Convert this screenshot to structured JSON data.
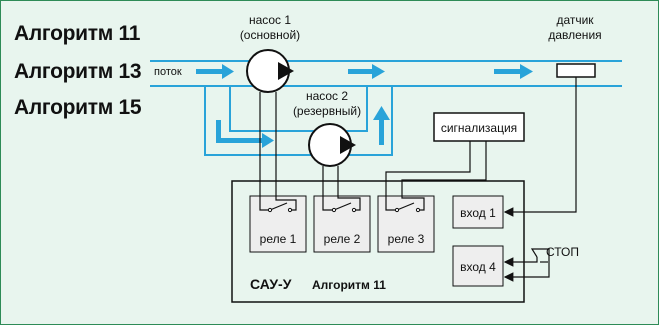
{
  "algorithms": [
    "Алгоритм 11",
    "Алгоритм 13",
    "Алгоритм 15"
  ],
  "flow_label": "поток",
  "pump1": {
    "line1": "насос 1",
    "line2": "(основной)"
  },
  "pump2": {
    "line1": "насос 2",
    "line2": "(резервный)"
  },
  "sensor": {
    "line1": "датчик",
    "line2": "давления"
  },
  "alarm": "сигнализация",
  "relays": [
    "реле 1",
    "реле 2",
    "реле 3"
  ],
  "inputs": [
    "вход 1",
    "вход 4"
  ],
  "stop": "СТОП",
  "controller": {
    "name": "САУ-У",
    "algorithm": "Алгоритм 11"
  },
  "colors": {
    "flow": "#29a3d9",
    "flow_arrow": "#1e90d6",
    "background": "#e8f5ee",
    "frame": "#2e8b57"
  }
}
